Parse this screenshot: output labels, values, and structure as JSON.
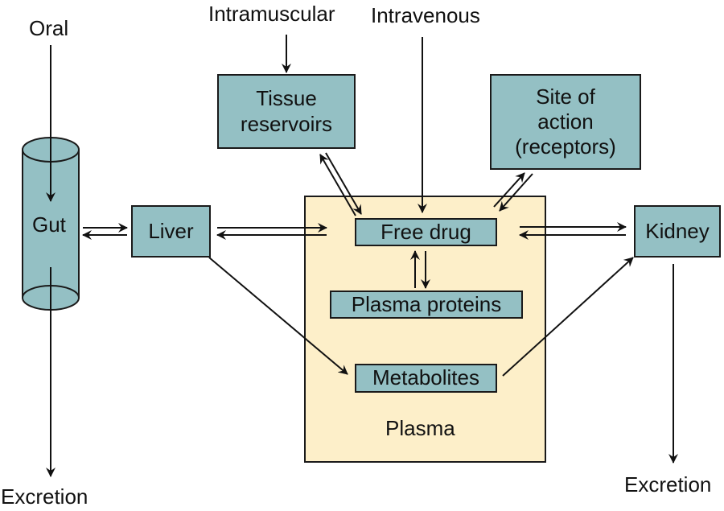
{
  "title": "Drug absorption, distribution, metabolism and excretion pathways",
  "colors": {
    "node_fill": "#94c0c4",
    "plasma_fill": "#fdefc9",
    "stroke": "#1a1a1a"
  },
  "routes": {
    "oral": "Oral",
    "intramuscular": "Intramuscular",
    "intravenous": "Intravenous"
  },
  "nodes": {
    "gut": "Gut",
    "liver": "Liver",
    "tissue_reservoirs": "Tissue reservoirs",
    "site_of_action": "Site of action (receptors)",
    "free_drug": "Free drug",
    "plasma_proteins": "Plasma proteins",
    "metabolites": "Metabolites",
    "kidney": "Kidney",
    "plasma": "Plasma"
  },
  "outputs": {
    "excretion_left": "Excretion",
    "excretion_right": "Excretion"
  },
  "edges": [
    {
      "from": "Oral",
      "to": "Gut",
      "type": "one-way"
    },
    {
      "from": "Gut",
      "to": "Excretion",
      "type": "one-way"
    },
    {
      "from": "Gut",
      "to": "Liver",
      "type": "two-way"
    },
    {
      "from": "Liver",
      "to": "Free drug",
      "type": "two-way"
    },
    {
      "from": "Liver",
      "to": "Metabolites",
      "type": "one-way"
    },
    {
      "from": "Intramuscular",
      "to": "Tissue reservoirs",
      "type": "one-way"
    },
    {
      "from": "Tissue reservoirs",
      "to": "Free drug",
      "type": "two-way"
    },
    {
      "from": "Intravenous",
      "to": "Free drug",
      "type": "one-way"
    },
    {
      "from": "Free drug",
      "to": "Site of action (receptors)",
      "type": "two-way"
    },
    {
      "from": "Free drug",
      "to": "Plasma proteins",
      "type": "two-way"
    },
    {
      "from": "Free drug",
      "to": "Kidney",
      "type": "two-way"
    },
    {
      "from": "Metabolites",
      "to": "Kidney",
      "type": "one-way"
    },
    {
      "from": "Kidney",
      "to": "Excretion",
      "type": "one-way"
    }
  ]
}
